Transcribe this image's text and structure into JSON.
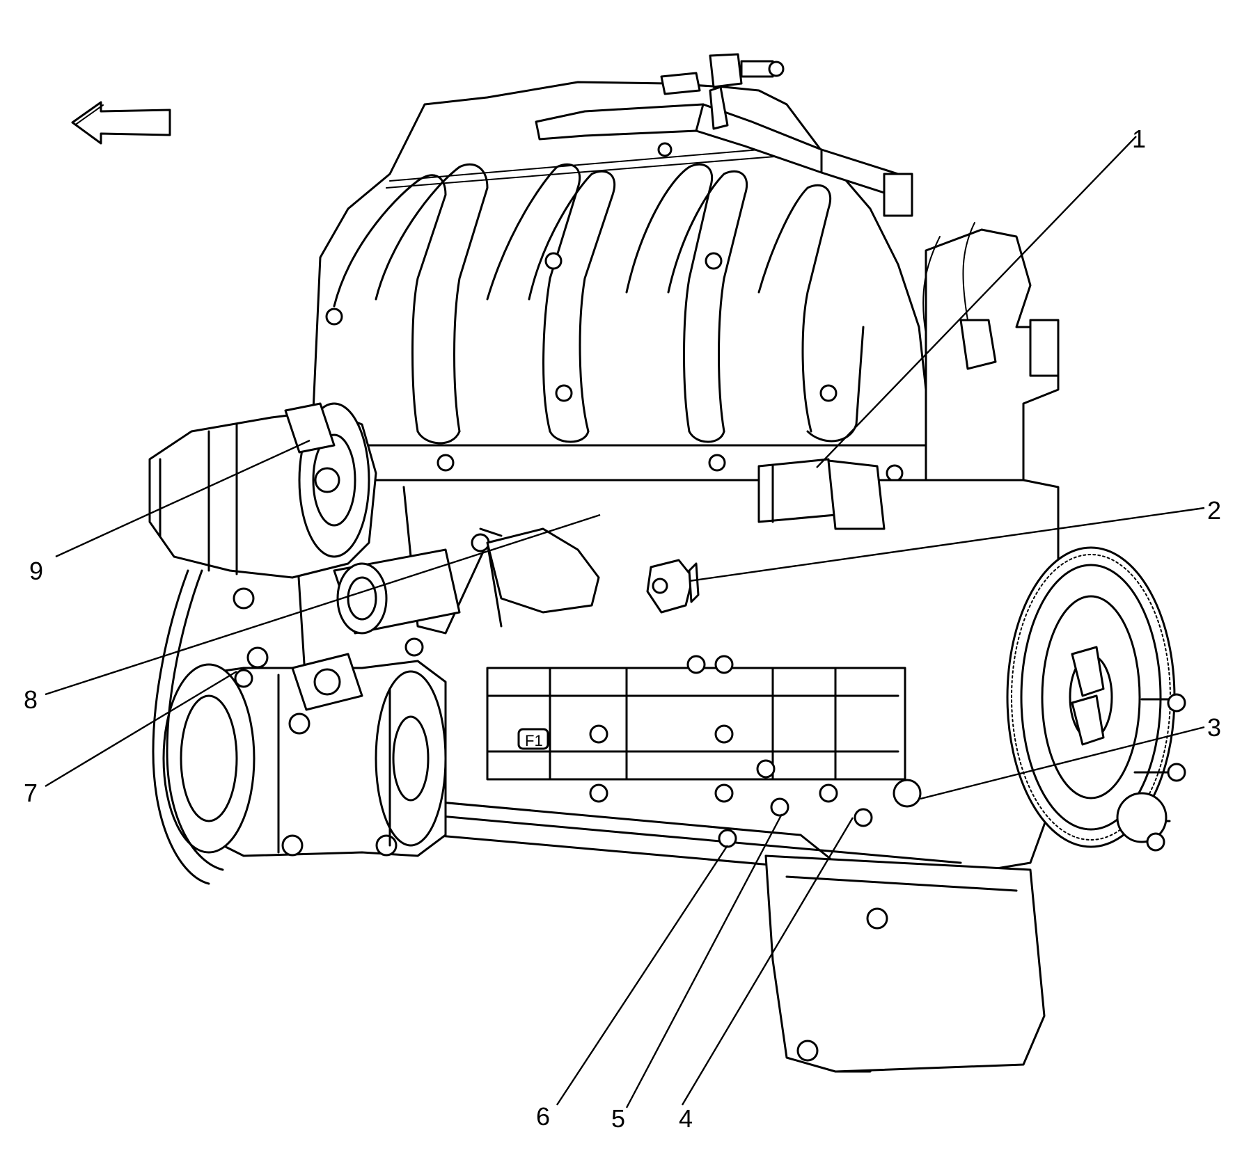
{
  "callouts": [
    {
      "id": "1",
      "label": "1"
    },
    {
      "id": "2",
      "label": "2"
    },
    {
      "id": "3",
      "label": "3"
    },
    {
      "id": "4",
      "label": "4"
    },
    {
      "id": "5",
      "label": "5"
    },
    {
      "id": "6",
      "label": "6"
    },
    {
      "id": "7",
      "label": "7"
    },
    {
      "id": "8",
      "label": "8"
    },
    {
      "id": "9",
      "label": "9"
    }
  ],
  "flywheel_label": "F1"
}
